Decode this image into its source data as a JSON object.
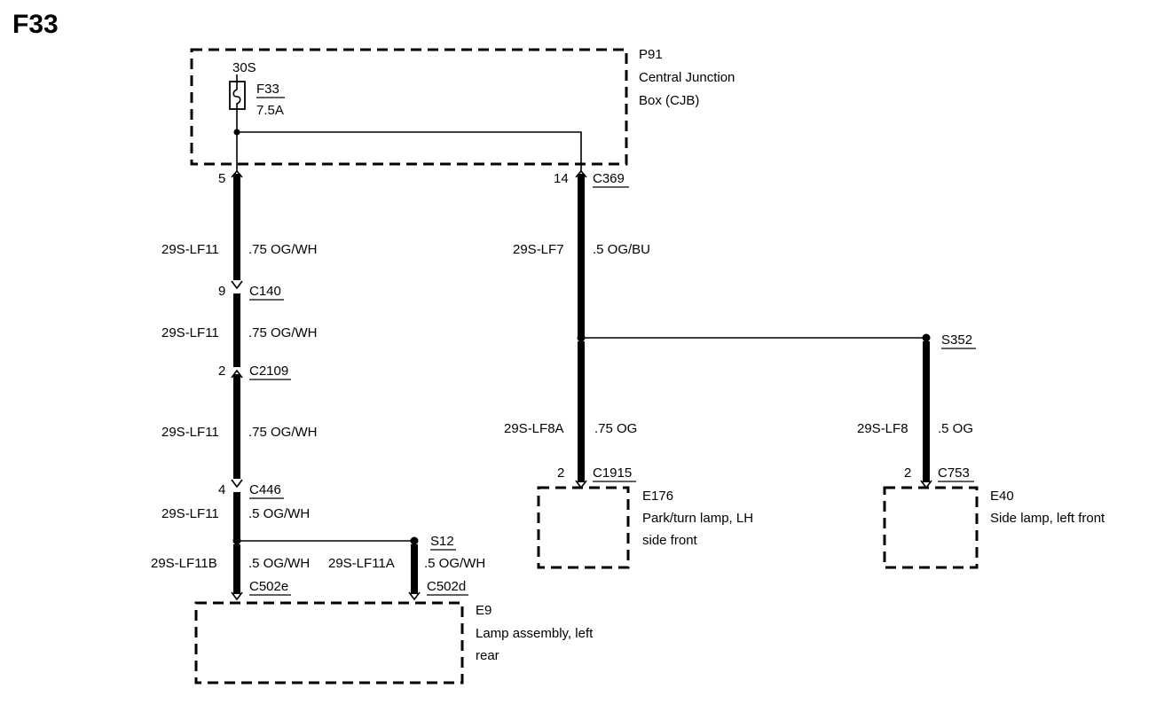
{
  "diagram": {
    "title": "F33",
    "cjb": {
      "id": "P91",
      "line1": "Central Junction",
      "line2": "Box (CJB)",
      "supply": "30S",
      "fuse_id": "F33",
      "fuse_rating": "7.5A"
    },
    "left_branch": {
      "pin_out": "5",
      "seg1": {
        "circuit": "29S-LF11",
        "wire": ".75 OG/WH"
      },
      "c140": {
        "pin": "9",
        "name": "C140"
      },
      "seg2": {
        "circuit": "29S-LF11",
        "wire": ".75 OG/WH"
      },
      "c2109": {
        "pin": "2",
        "name": "C2109"
      },
      "seg3": {
        "circuit": "29S-LF11",
        "wire": ".75 OG/WH"
      },
      "c446": {
        "pin": "4",
        "name": "C446"
      },
      "seg4": {
        "circuit": "29S-LF11",
        "wire": ".5 OG/WH"
      },
      "splice": "S12",
      "wire_b": {
        "circuit": "29S-LF11B",
        "wire": ".5 OG/WH",
        "connector": "C502e"
      },
      "wire_a": {
        "circuit": "29S-LF11A",
        "wire": ".5 OG/WH",
        "connector": "C502d"
      },
      "component": {
        "id": "E9",
        "line1": "Lamp assembly, left",
        "line2": "rear"
      }
    },
    "right_branch": {
      "pin_out": "14",
      "connector": "C369",
      "seg1": {
        "circuit": "29S-LF7",
        "wire": ".5 OG/BU"
      },
      "splice": "S352",
      "lf8a": {
        "circuit": "29S-LF8A",
        "wire": ".75 OG",
        "pin": "2",
        "connector": "C1915"
      },
      "e176": {
        "id": "E176",
        "line1": "Park/turn lamp, LH",
        "line2": "side front"
      },
      "lf8": {
        "circuit": "29S-LF8",
        "wire": ".5 OG",
        "pin": "2",
        "connector": "C753"
      },
      "e40": {
        "id": "E40",
        "line1": "Side lamp, left front"
      }
    }
  }
}
